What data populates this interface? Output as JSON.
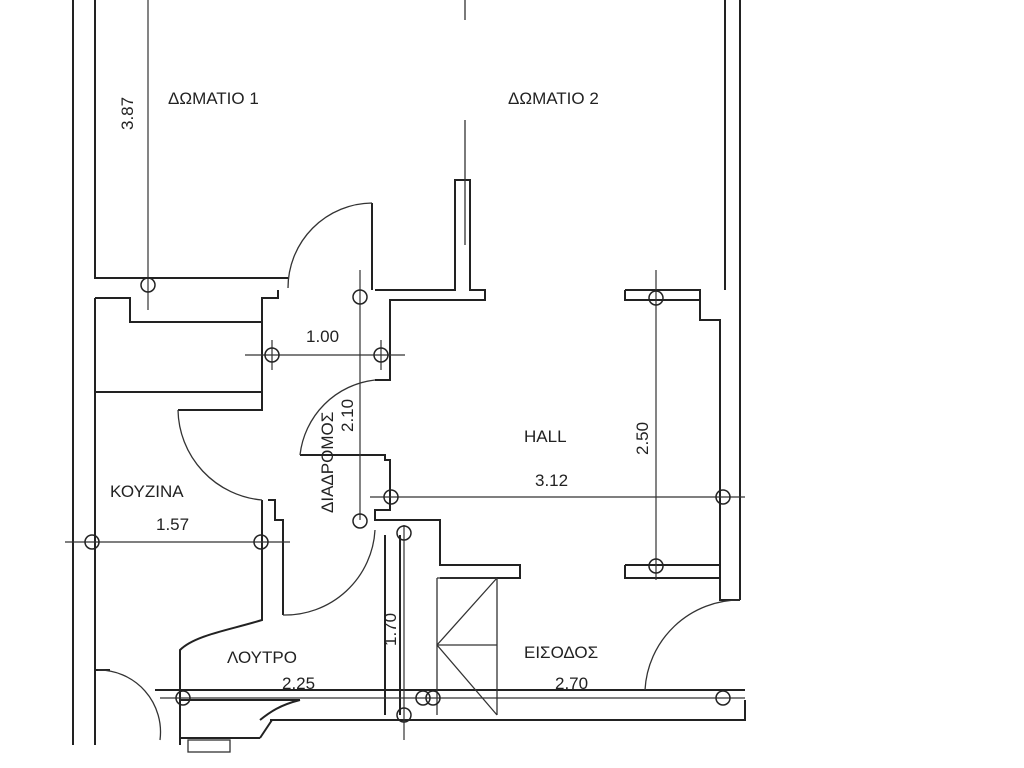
{
  "rooms": {
    "room1": "ΔΩΜΑΤΙΟ 1",
    "room2": "ΔΩΜΑΤΙΟ 2",
    "hall": "HALL",
    "kitchen": "ΚΟΥΖΙΝΑ",
    "corridor": "ΔΙΑΔΡΟΜΟΣ",
    "bathroom": "ΛΟΥΤΡΟ",
    "entrance": "ΕΙΣΟΔΟΣ"
  },
  "dimensions": {
    "room1_height": "3.87",
    "corridor_width": "1.00",
    "corridor_length": "2.10",
    "hall_height": "2.50",
    "hall_width": "3.12",
    "kitchen_width": "1.57",
    "bathroom_height": "1.70",
    "bathroom_width": "2.25",
    "entrance_width": "2.70"
  }
}
